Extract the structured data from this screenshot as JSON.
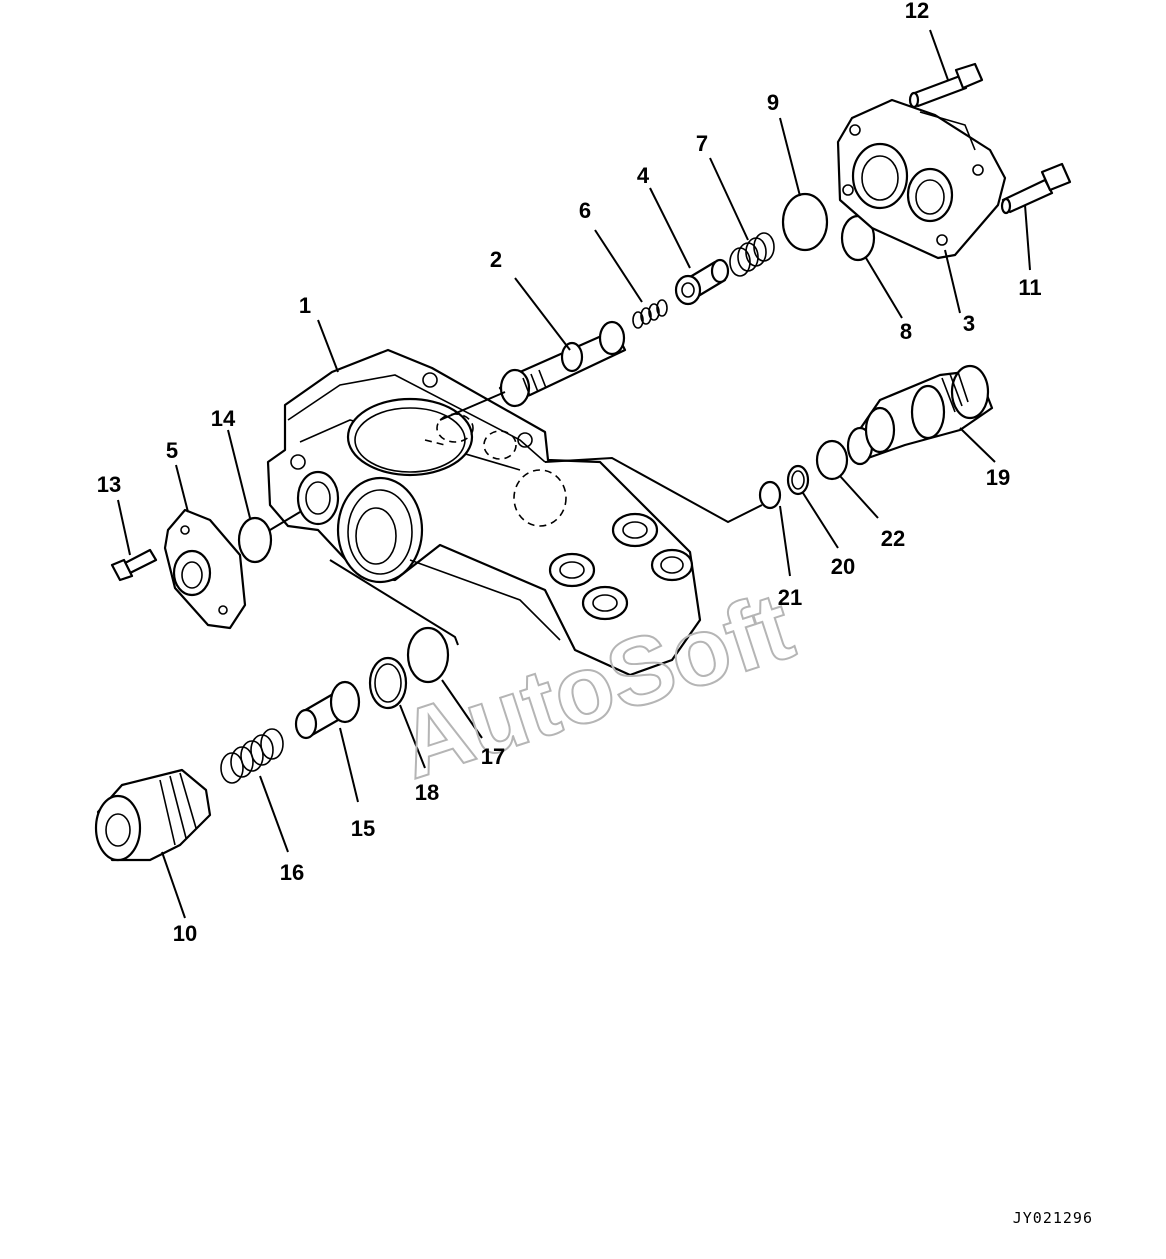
{
  "diagram": {
    "drawing_code": "JY021296",
    "watermark": "AutoSoft",
    "callouts": [
      "1",
      "2",
      "3",
      "4",
      "5",
      "6",
      "7",
      "8",
      "9",
      "10",
      "11",
      "12",
      "13",
      "14",
      "15",
      "16",
      "17",
      "18",
      "19",
      "20",
      "21",
      "22"
    ]
  }
}
